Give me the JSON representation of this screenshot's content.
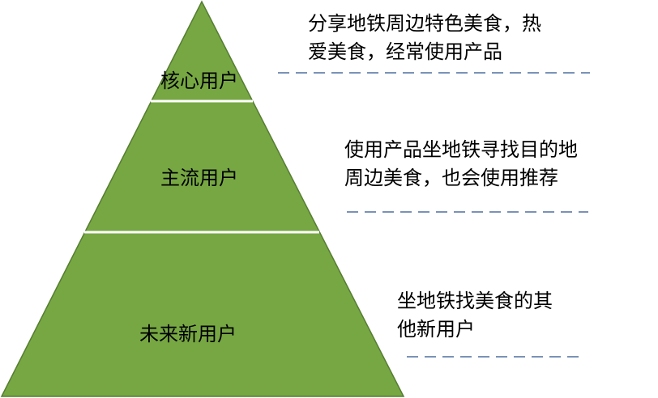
{
  "colors": {
    "fill": "#77a743",
    "stroke": "#557d31",
    "divider": "#ffffff",
    "dash": "#4f6f9f"
  },
  "tiers": [
    {
      "label": "核心用户",
      "description": [
        "分享地铁周边特色美食，热",
        "爱美食，经常使用产品"
      ]
    },
    {
      "label": "主流用户",
      "description": [
        "使用产品坐地铁寻找目的地",
        "周边美食，也会使用推荐"
      ]
    },
    {
      "label": "未来新用户",
      "description": [
        "坐地铁找美食的其",
        "他新用户"
      ]
    }
  ]
}
